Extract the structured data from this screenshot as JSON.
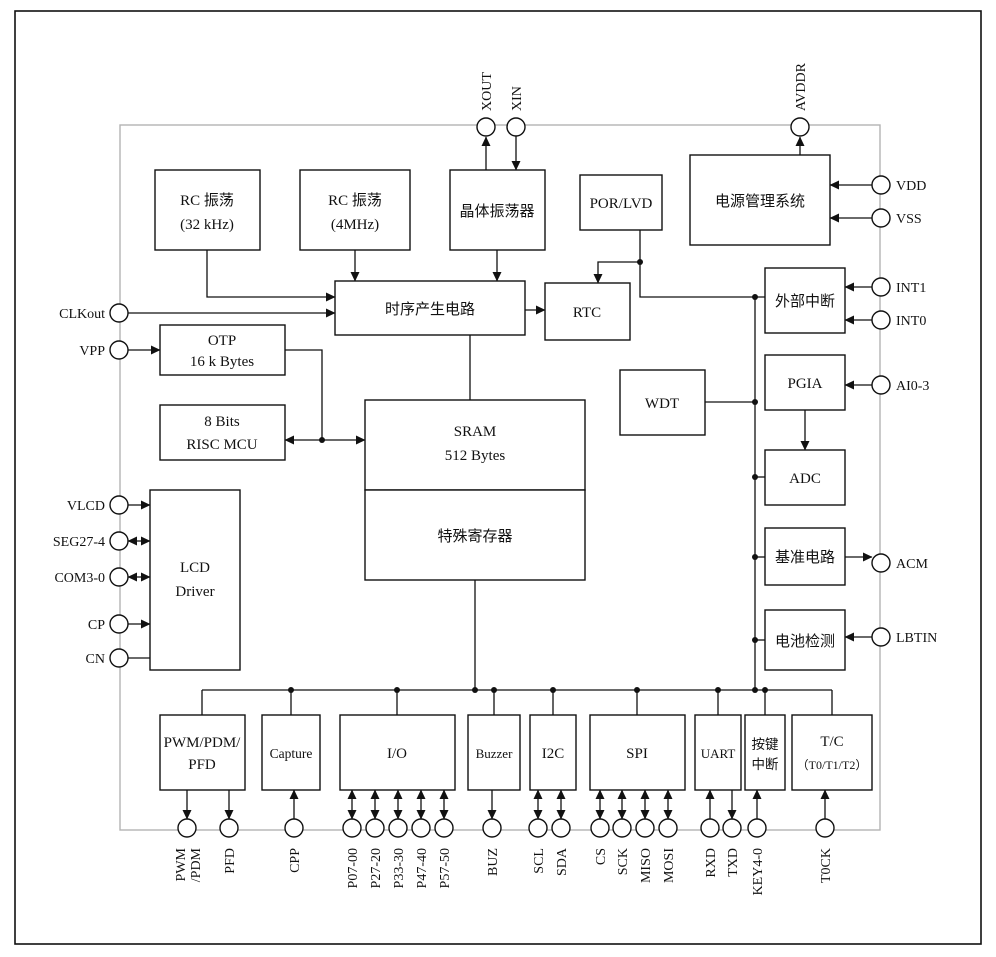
{
  "colors": {
    "line": "#111111",
    "chip_outline": "#b3b3b3",
    "background": "#ffffff",
    "block_fill": "#ffffff"
  },
  "blocks": {
    "rc32": {
      "line1": "RC 振荡",
      "line2": "(32 kHz)"
    },
    "rc4": {
      "line1": "RC 振荡",
      "line2": "(4MHz)"
    },
    "crystal": {
      "line1": "晶体振荡器"
    },
    "por_lvd": {
      "line1": "POR/LVD"
    },
    "power_mgmt": {
      "line1": "电源管理系统"
    },
    "timing": {
      "line1": "时序产生电路"
    },
    "rtc": {
      "line1": "RTC"
    },
    "ext_int": {
      "line1": "外部中断"
    },
    "otp": {
      "line1": "OTP",
      "line2": "16 k Bytes"
    },
    "wdt": {
      "line1": "WDT"
    },
    "pgia": {
      "line1": "PGIA"
    },
    "mcu": {
      "line1": "8 Bits",
      "line2": "RISC MCU"
    },
    "sram": {
      "line1": "SRAM",
      "line2": "512 Bytes"
    },
    "adc": {
      "line1": "ADC"
    },
    "sfr": {
      "line1": "特殊寄存器"
    },
    "ref": {
      "line1": "基准电路"
    },
    "lcd": {
      "line1": "LCD",
      "line2": "Driver"
    },
    "battery": {
      "line1": "电池检测"
    },
    "pwm": {
      "line1": "PWM/PDM/",
      "line2": "PFD"
    },
    "capture": {
      "line1": "Capture"
    },
    "io": {
      "line1": "I/O"
    },
    "buzzer": {
      "line1": "Buzzer"
    },
    "i2c": {
      "line1": "I2C"
    },
    "spi": {
      "line1": "SPI"
    },
    "uart": {
      "line1": "UART"
    },
    "key_int": {
      "line1": "按键",
      "line2": "中断"
    },
    "tc": {
      "line1": "T/C",
      "line2": "（T0/T1/T2）"
    }
  },
  "pins": {
    "xout": "XOUT",
    "xin": "XIN",
    "avddr": "AVDDR",
    "vdd": "VDD",
    "vss": "VSS",
    "int1": "INT1",
    "int0": "INT0",
    "ai03": "AI0-3",
    "acm": "ACM",
    "lbtin": "LBTIN",
    "clkout": "CLKout",
    "vpp": "VPP",
    "vlcd": "VLCD",
    "seg": "SEG27-4",
    "com": "COM3-0",
    "cp": "CP",
    "cn": "CN",
    "pwm_line1": "PWM",
    "pwm_line2": "/PDM",
    "pfd": "PFD",
    "cpp": "CPP",
    "p07": "P07-00",
    "p27": "P27-20",
    "p33": "P33-30",
    "p47": "P47-40",
    "p57": "P57-50",
    "buz": "BUZ",
    "scl": "SCL",
    "sda": "SDA",
    "cs": "CS",
    "sck": "SCK",
    "miso": "MISO",
    "mosi": "MOSI",
    "rxd": "RXD",
    "txd": "TXD",
    "key40": "KEY4-0",
    "t0ck": "T0CK"
  }
}
